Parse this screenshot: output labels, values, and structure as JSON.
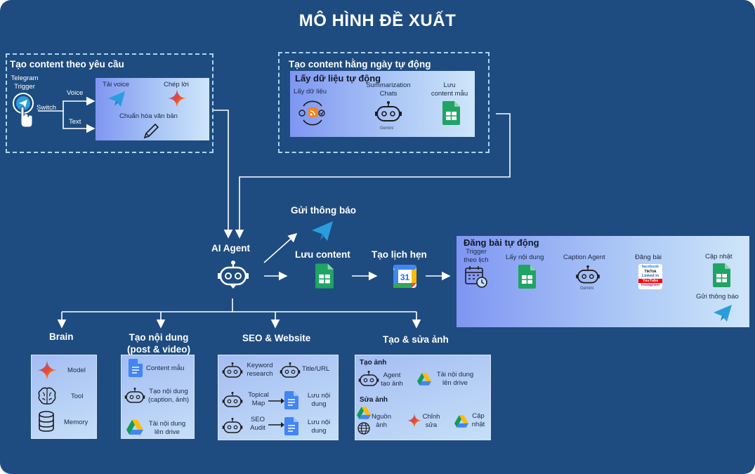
{
  "title": "MÔ HÌNH ĐỀ XUẤT",
  "on_demand": {
    "header": "Tạo content theo yêu cầu",
    "telegram_trigger": "Telegram\nTrigger",
    "switch": "Switch",
    "voice": "Voice",
    "text": "Text",
    "upload_voice": "Tải voice",
    "transcribe": "Chép lời",
    "normalize": "Chuẩn hóa văn bản"
  },
  "daily": {
    "header": "Tạo content hằng ngày tự động",
    "fetch_header": "Lấy dữ liệu tự động",
    "fetch_data": "Lấy dữ liệu",
    "summarization": "Summarization\nChats",
    "gemini": "Gemini",
    "save_sample": "Lưu\ncontent mẫu"
  },
  "center": {
    "send_notification": "Gửi thông báo",
    "ai_agent": "AI Agent",
    "save_content": "Lưu content",
    "schedule": "Tạo lịch hẹn",
    "calendar_day": "31"
  },
  "auto_post": {
    "header": "Đăng bài tự động",
    "trigger": "Trigger\ntheo lịch",
    "get_content": "Lấy nội dung",
    "caption_agent": "Caption Agent",
    "gemini": "Gemini",
    "post": "Đăng bài",
    "social": [
      "facebook",
      "TikTok",
      "Linked in",
      "YouTube",
      "Instagram"
    ],
    "update": "Cập nhật",
    "notify": "Gửi thông báo"
  },
  "brain": {
    "header": "Brain",
    "items": [
      "Model",
      "Tool",
      "Memory"
    ]
  },
  "content": {
    "header": "Tạo nội dung\n(post & video)",
    "sample": "Content mẫu",
    "create": "Tạo nội dung\n(caption, ảnh)",
    "upload": "Tải nội dung\nlên drive"
  },
  "seo": {
    "header": "SEO & Website",
    "keyword": "Keyword\nresearch",
    "title_url": "Title/URL",
    "topical": "Topical\nMap",
    "audit": "SEO\nAudit",
    "save1": "Lưu nội\ndung",
    "save2": "Lưu nội\ndung"
  },
  "image": {
    "header": "Tạo & sửa ảnh",
    "create_header": "Tạo ảnh",
    "agent": "Agent\ntạo ảnh",
    "upload": "Tải nội dung\nlên drive",
    "edit_header": "Sửa ảnh",
    "source": "Nguồn\nảnh",
    "edit": "Chỉnh\nsửa",
    "update": "Cập\nnhật"
  },
  "colors": {
    "background": "#1e4c80",
    "dashed_border": "#a9d6f5",
    "telegram": "#2b9ddf",
    "sheets": "#1fa463",
    "docs": "#4285f4"
  }
}
